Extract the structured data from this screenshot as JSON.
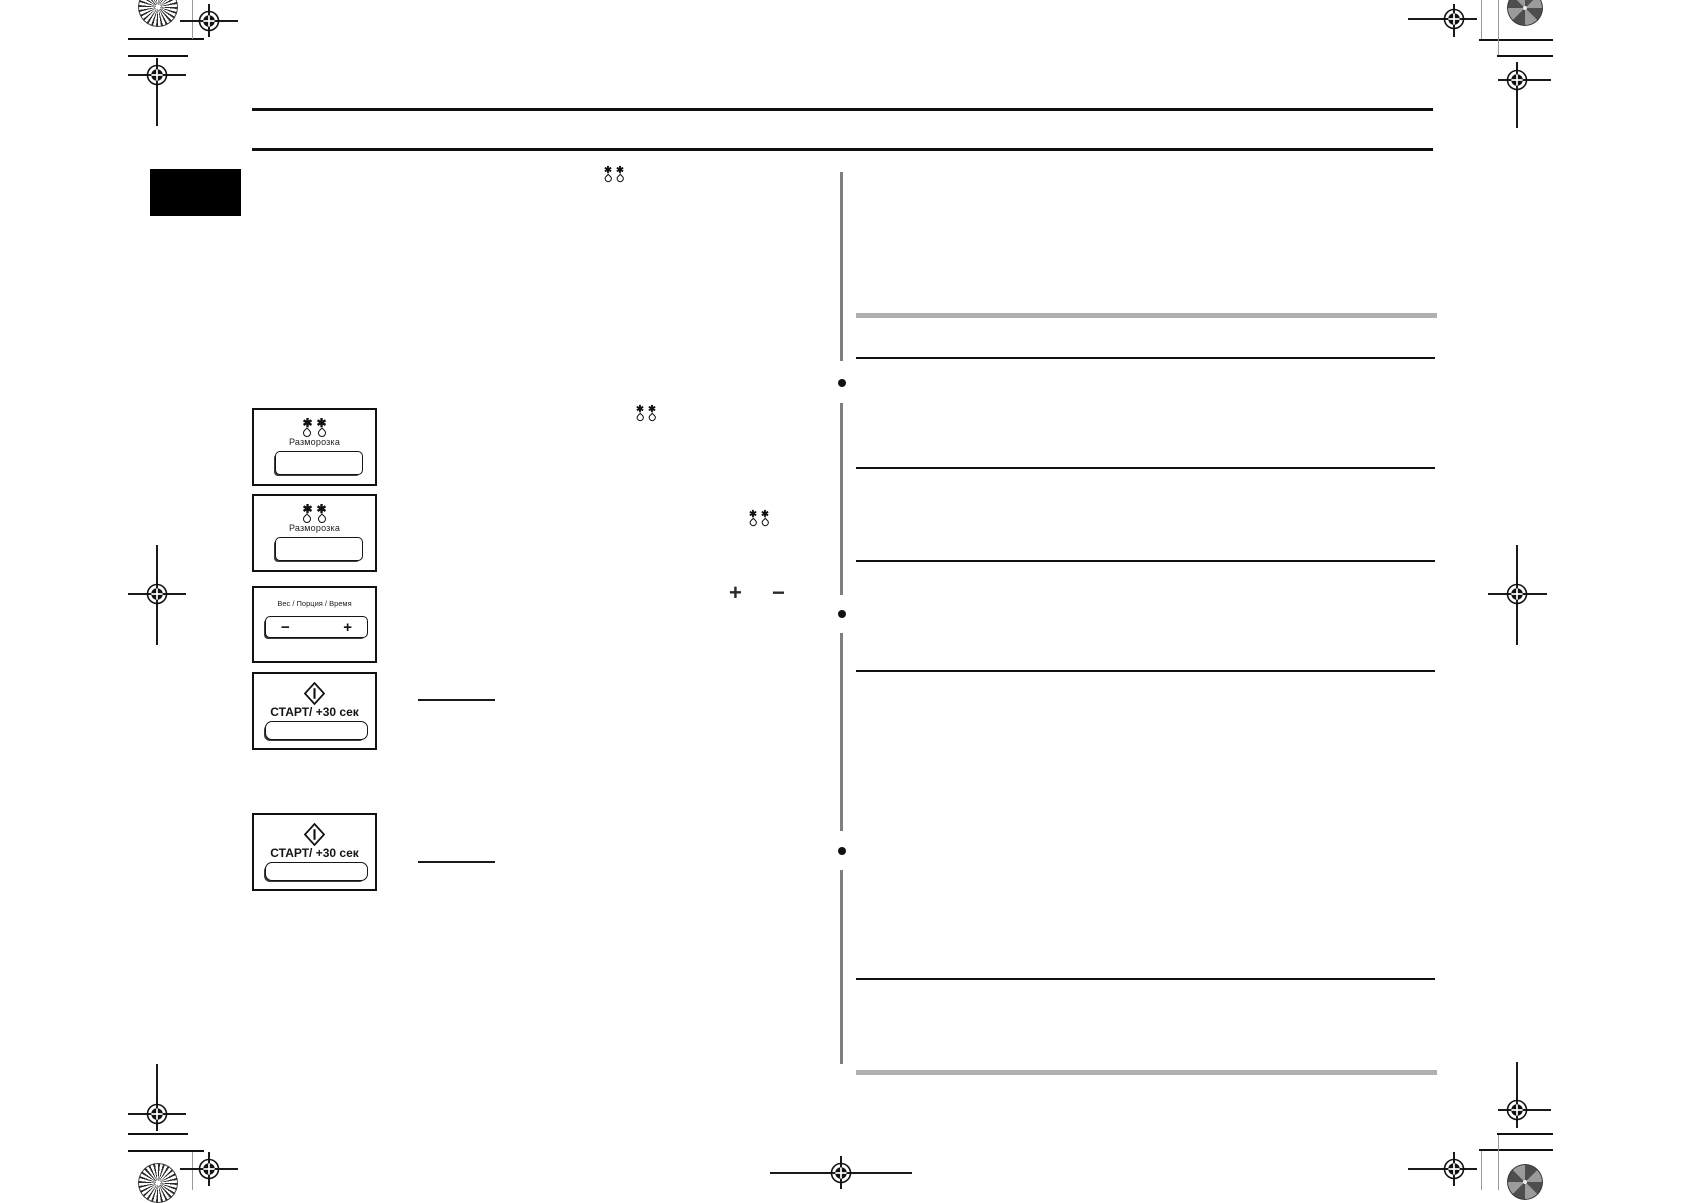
{
  "colors": {
    "ink": "#111111",
    "gray_rule": "#b0b0b0",
    "gray_divider": "#7f7f7f",
    "section_tab": "#000000"
  },
  "icons": {
    "defrost_star_glyph": "✱",
    "start_diamond": "start-icon",
    "registration_target": "registration-target-icon"
  },
  "control_panels": [
    {
      "id": "defrost-step-1",
      "icon": "defrost-icon",
      "label": "Разморозка"
    },
    {
      "id": "defrost-step-2",
      "icon": "defrost-icon",
      "label": "Разморозка"
    },
    {
      "id": "weight-portion-time",
      "label": "Вес / Порция / Время",
      "minus": "−",
      "plus": "+"
    },
    {
      "id": "start-step-4",
      "icon": "start-icon",
      "label": "СТАРТ/ +30 сек"
    },
    {
      "id": "start-step-5",
      "icon": "start-icon",
      "label": "СТАРТ/ +30 сек"
    }
  ],
  "inline_symbols": {
    "plus": "+",
    "minus": "−"
  },
  "right_column": {
    "bullet_count": 3,
    "black_rule_count": 5,
    "gray_bar_count": 2
  }
}
